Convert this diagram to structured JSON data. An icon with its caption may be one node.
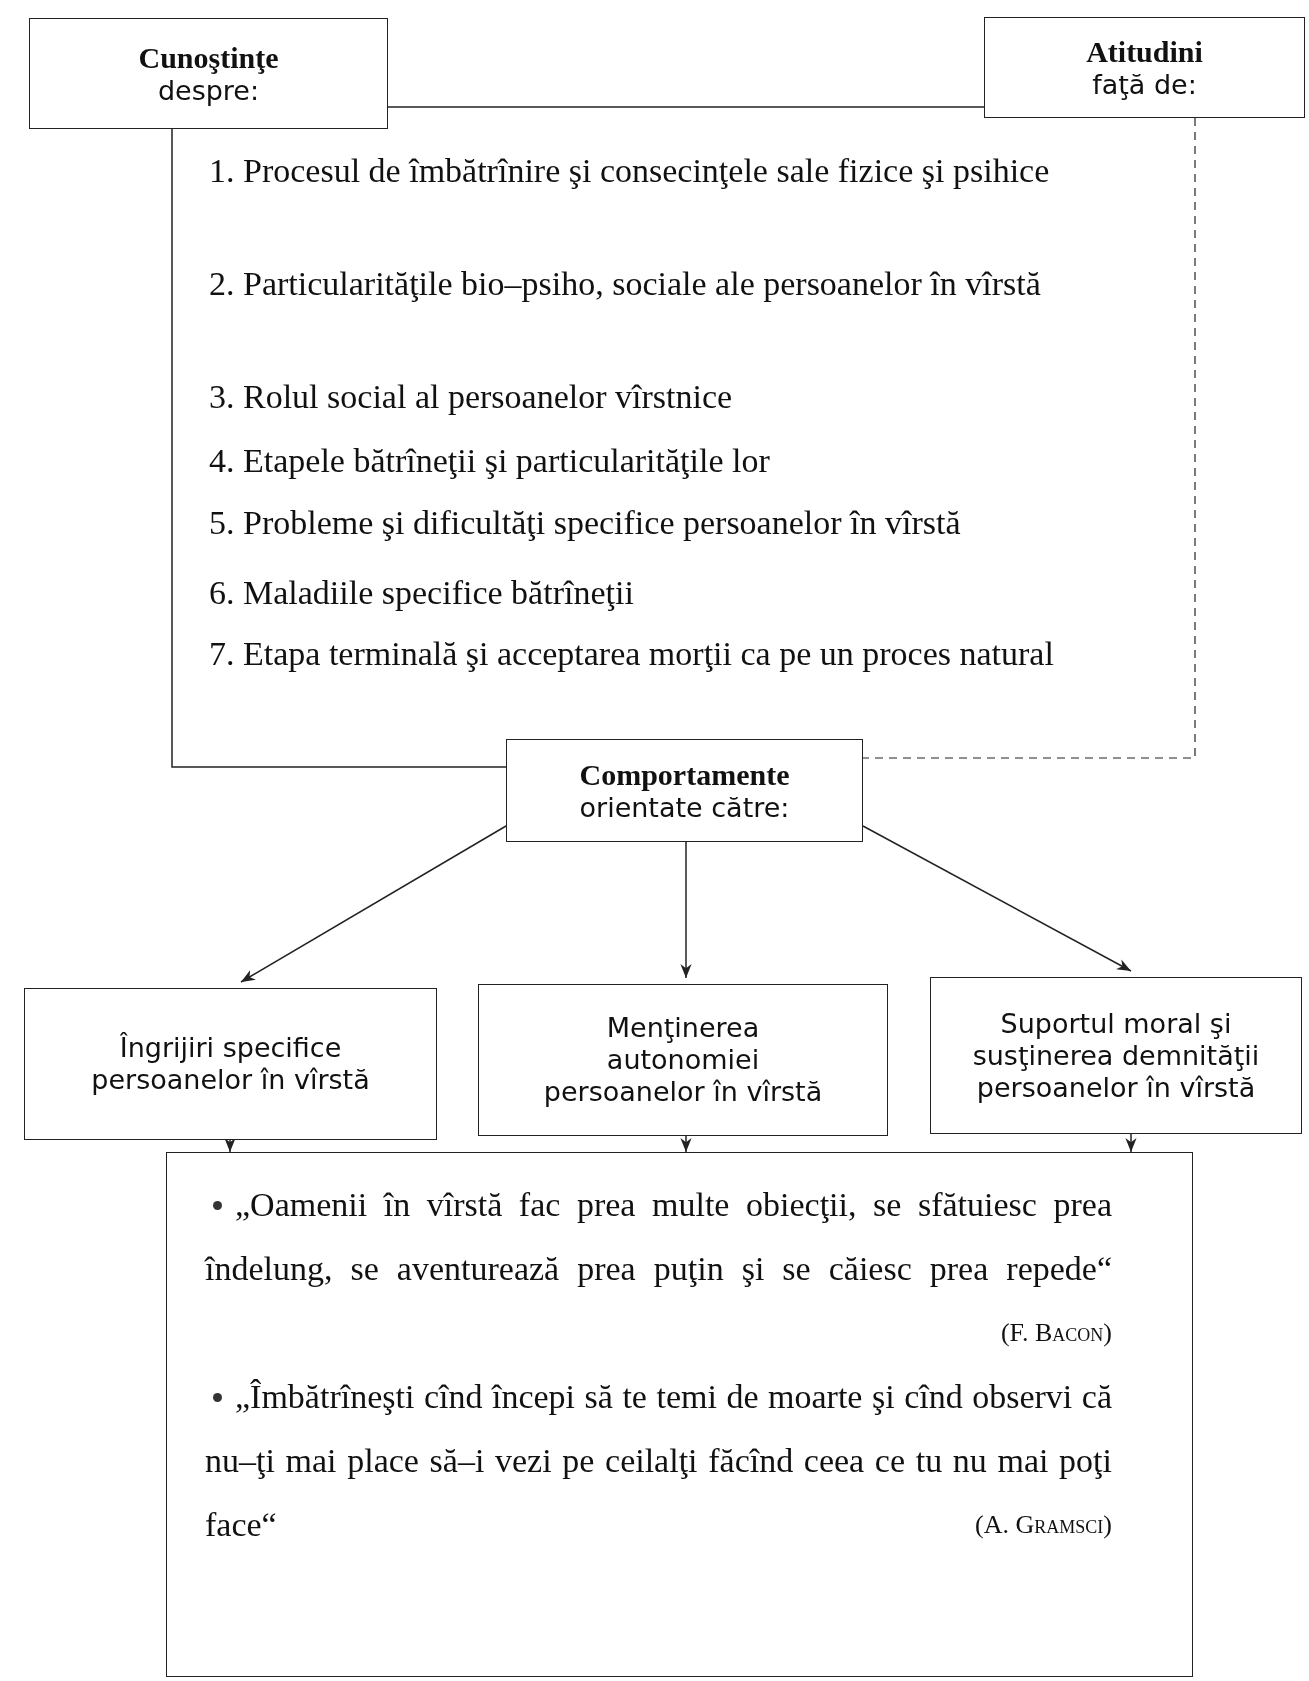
{
  "diagram": {
    "nodes": [
      {
        "text": [
          "Cunoştinţe",
          "despre:"
        ]
      },
      {
        "text": [
          "Atitudini",
          "faţă de:"
        ]
      },
      {
        "text": [
          "Comportamente",
          "orientate către:"
        ]
      },
      {
        "text": [
          "Îngrijiri specifice persoanelor în vîrstă"
        ]
      },
      {
        "text": [
          "Menţinerea autonomiei persoanelor în vîrstă"
        ]
      },
      {
        "text": [
          "Suportul moral şi susţinerea demnităţii persoanelor în vîrstă"
        ]
      },
      {
        "text": [
          "„Oamenii în vîrstă fac prea multe obiecţii, se sfătuiesc prea îndelung, se aventurează prea puţin şi se căiesc prea repede“",
          "(F. Bacon)",
          "„Îmbătrîneşti cînd începi să te temi de moarte şi cînd observi că nu–ţi mai place să–i vezi pe ceilalţi făcînd ceea ce tu nu mai poţi face“",
          "(A. Gramsci)"
        ]
      }
    ],
    "edges": [
      {
        "from": 0,
        "to": 1,
        "arrow": "none"
      },
      {
        "from": 0,
        "to": 2,
        "arrow": "none"
      },
      {
        "from": 1,
        "to": 2,
        "arrow": "none",
        "style": "dashed"
      },
      {
        "from": 2,
        "to": 3,
        "arrow": "to"
      },
      {
        "from": 2,
        "to": 4,
        "arrow": "to"
      },
      {
        "from": 2,
        "to": 5,
        "arrow": "to"
      },
      {
        "from": 3,
        "to": 6,
        "arrow": "to"
      },
      {
        "from": 4,
        "to": 6,
        "arrow": "to"
      },
      {
        "from": 5,
        "to": 6,
        "arrow": "to"
      }
    ],
    "labels": [
      "1. Procesul de îmbătrînire şi consecinţele sale fizice şi psihice",
      "2. Particularităţile bio–psiho, sociale ale persoanelor în vîrstă",
      "3. Rolul social al persoanelor vîrstnice",
      "4. Etapele bătrîneţii şi particularităţile lor",
      "5. Probleme şi dificultăţi specifice persoanelor în vîrstă",
      "6. Maladiile specifice bătrîneţii",
      "7. Etapa terminală şi acceptarea morţii ca pe un proces natural"
    ]
  }
}
